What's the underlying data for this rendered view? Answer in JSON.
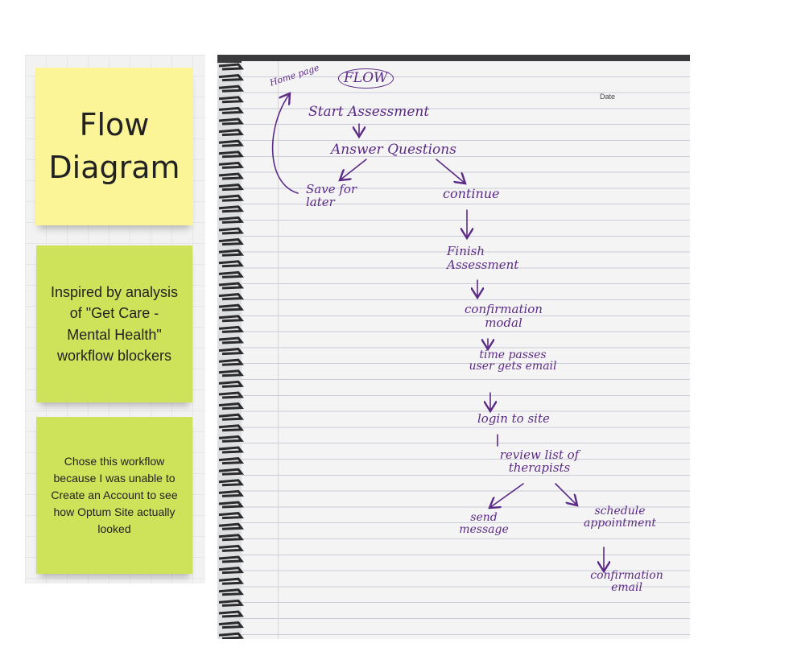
{
  "sticky_notes": {
    "title": "Flow Diagram",
    "inspired": "Inspired by analysis of \"Get Care - Mental Health\" workflow blockers",
    "chose": "Chose this workflow because I was unable to Create an Account to see how Optum Site actually looked"
  },
  "notebook": {
    "date_label": "Date",
    "flow_title": "FLOW",
    "home_page": "Home page",
    "steps": {
      "start": "Start Assessment",
      "answer": "Answer Questions",
      "save": "Save for later",
      "continue": "continue",
      "finish": "Finish Assessment",
      "confirmation_modal": "confirmation modal",
      "time_passes": "time passes user gets email",
      "login": "login to site",
      "review": "review list of therapists",
      "send": "send message",
      "schedule": "schedule appointment",
      "confirmation_email": "confirmation email"
    },
    "ink_color": "#5b2a86"
  }
}
